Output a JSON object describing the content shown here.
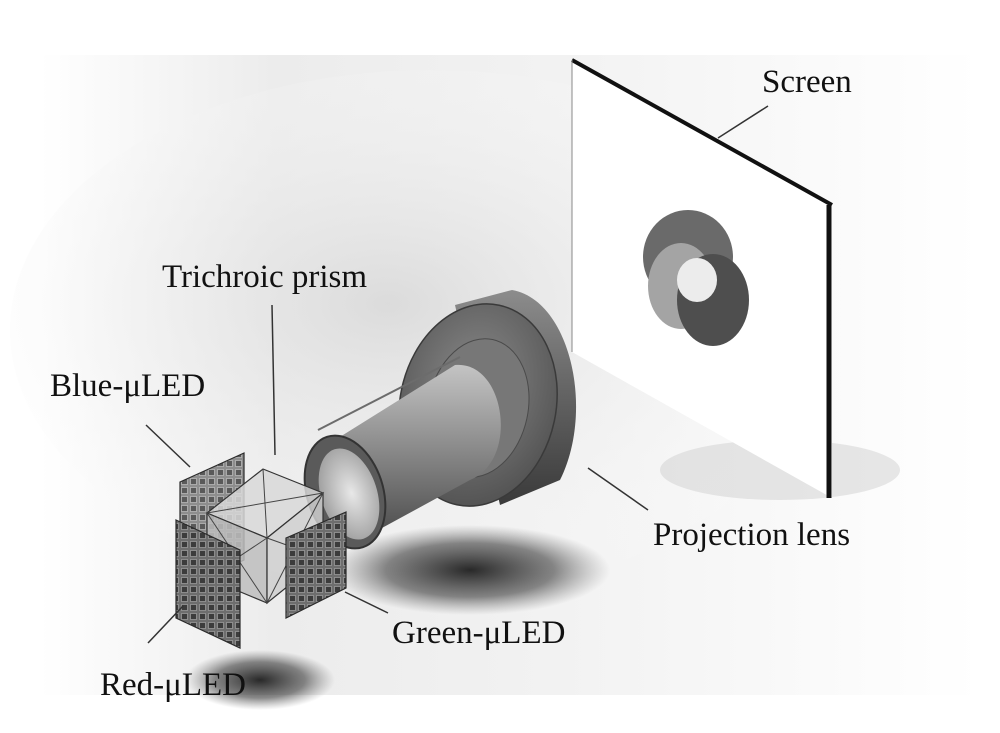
{
  "labels": {
    "screen": "Screen",
    "trichroic_prism": "Trichroic prism",
    "blue_uled": "Blue-μLED",
    "projection_lens": "Projection lens",
    "green_uled": "Green-μLED",
    "red_uled": "Red-μLED"
  }
}
